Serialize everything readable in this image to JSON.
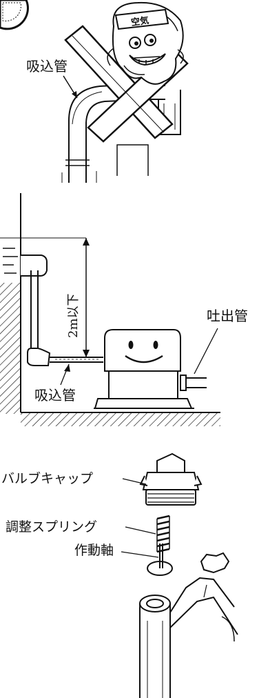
{
  "panel1": {
    "pipe_label": "吸込管",
    "headband_text": "空気"
  },
  "panel2": {
    "height_label": "2m以下",
    "suction_label": "吸込管",
    "discharge_label": "吐出管"
  },
  "panel3": {
    "valve_cap_label": "バルブキャップ",
    "spring_label": "調整スプリング",
    "shaft_label": "作動軸"
  },
  "colors": {
    "ink": "#111111",
    "paper": "#ffffff"
  }
}
